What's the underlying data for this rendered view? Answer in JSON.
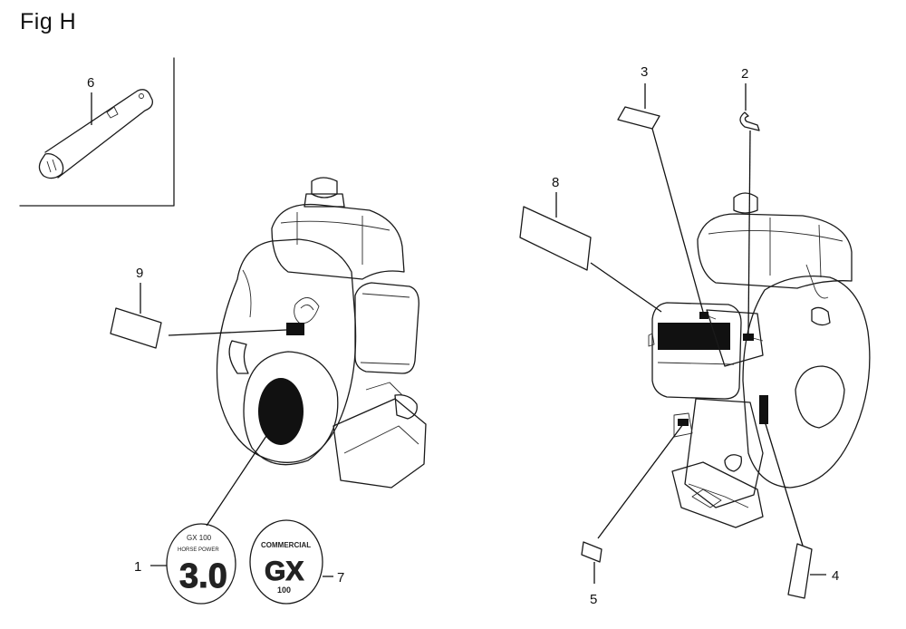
{
  "figure": {
    "title": "Fig H"
  },
  "callouts": [
    {
      "id": "1",
      "label": "1"
    },
    {
      "id": "2",
      "label": "2"
    },
    {
      "id": "3",
      "label": "3"
    },
    {
      "id": "4",
      "label": "4"
    },
    {
      "id": "5",
      "label": "5"
    },
    {
      "id": "6",
      "label": "6"
    },
    {
      "id": "7",
      "label": "7"
    },
    {
      "id": "8",
      "label": "8"
    },
    {
      "id": "9",
      "label": "9"
    }
  ],
  "badges": {
    "badge_1": {
      "line1": "GX 100",
      "line2": "HORSE POWER",
      "big": "3.0"
    },
    "badge_7": {
      "line1": "COMMERCIAL",
      "big": "GX",
      "line3": "100"
    }
  }
}
